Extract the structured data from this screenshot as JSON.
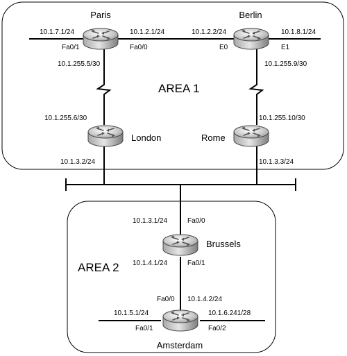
{
  "areas": {
    "area1": "AREA 1",
    "area2": "AREA 2"
  },
  "routers": {
    "paris": "Paris",
    "berlin": "Berlin",
    "london": "London",
    "rome": "Rome",
    "brussels": "Brussels",
    "amsterdam": "Amsterdam"
  },
  "addresses": {
    "paris_fa01_ip": "10.1.7.1/24",
    "paris_fa01": "Fa0/1",
    "paris_fa00_ip": "10.1.2.1/24",
    "paris_fa00": "Fa0/0",
    "paris_serial_ip": "10.1.255.5/30",
    "berlin_e0_ip": "10.1.2.2/24",
    "berlin_e0": "E0",
    "berlin_e1_ip": "10.1.8.1/24",
    "berlin_e1": "E1",
    "berlin_serial_ip": "10.1.255.9/30",
    "london_serial_ip": "10.1.255.6/30",
    "london_lan_ip": "10.1.3.2/24",
    "rome_serial_ip": "10.1.255.10/30",
    "rome_lan_ip": "10.1.3.3/24",
    "brussels_fa00_ip": "10.1.3.1/24",
    "brussels_fa00": "Fa0/0",
    "brussels_fa01_ip": "10.1.4.1/24",
    "brussels_fa01": "Fa0/1",
    "amsterdam_fa00": "Fa0/0",
    "amsterdam_fa00_ip": "10.1.4.2/24",
    "amsterdam_fa01_ip": "10.1.5.1/24",
    "amsterdam_fa01": "Fa0/1",
    "amsterdam_fa02_ip": "10.1.6.241/28",
    "amsterdam_fa02": "Fa0/2"
  }
}
